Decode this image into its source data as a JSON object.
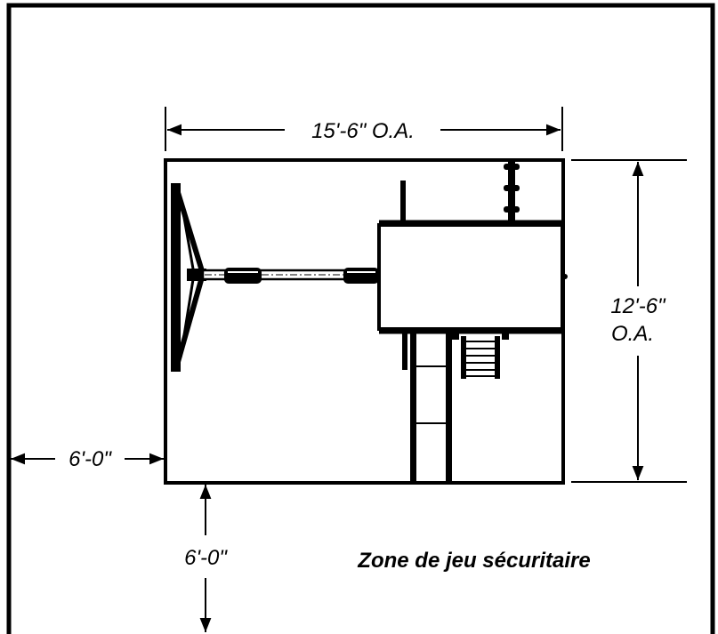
{
  "diagram": {
    "caption": "Zone de jeu sécuritaire",
    "dimensions": {
      "overall_width": "15'-6\" O.A.",
      "overall_depth_line1": "12'-6\"",
      "overall_depth_line2": "O.A.",
      "left_clearance": "6'-0\"",
      "front_clearance": "6'-0\""
    }
  }
}
